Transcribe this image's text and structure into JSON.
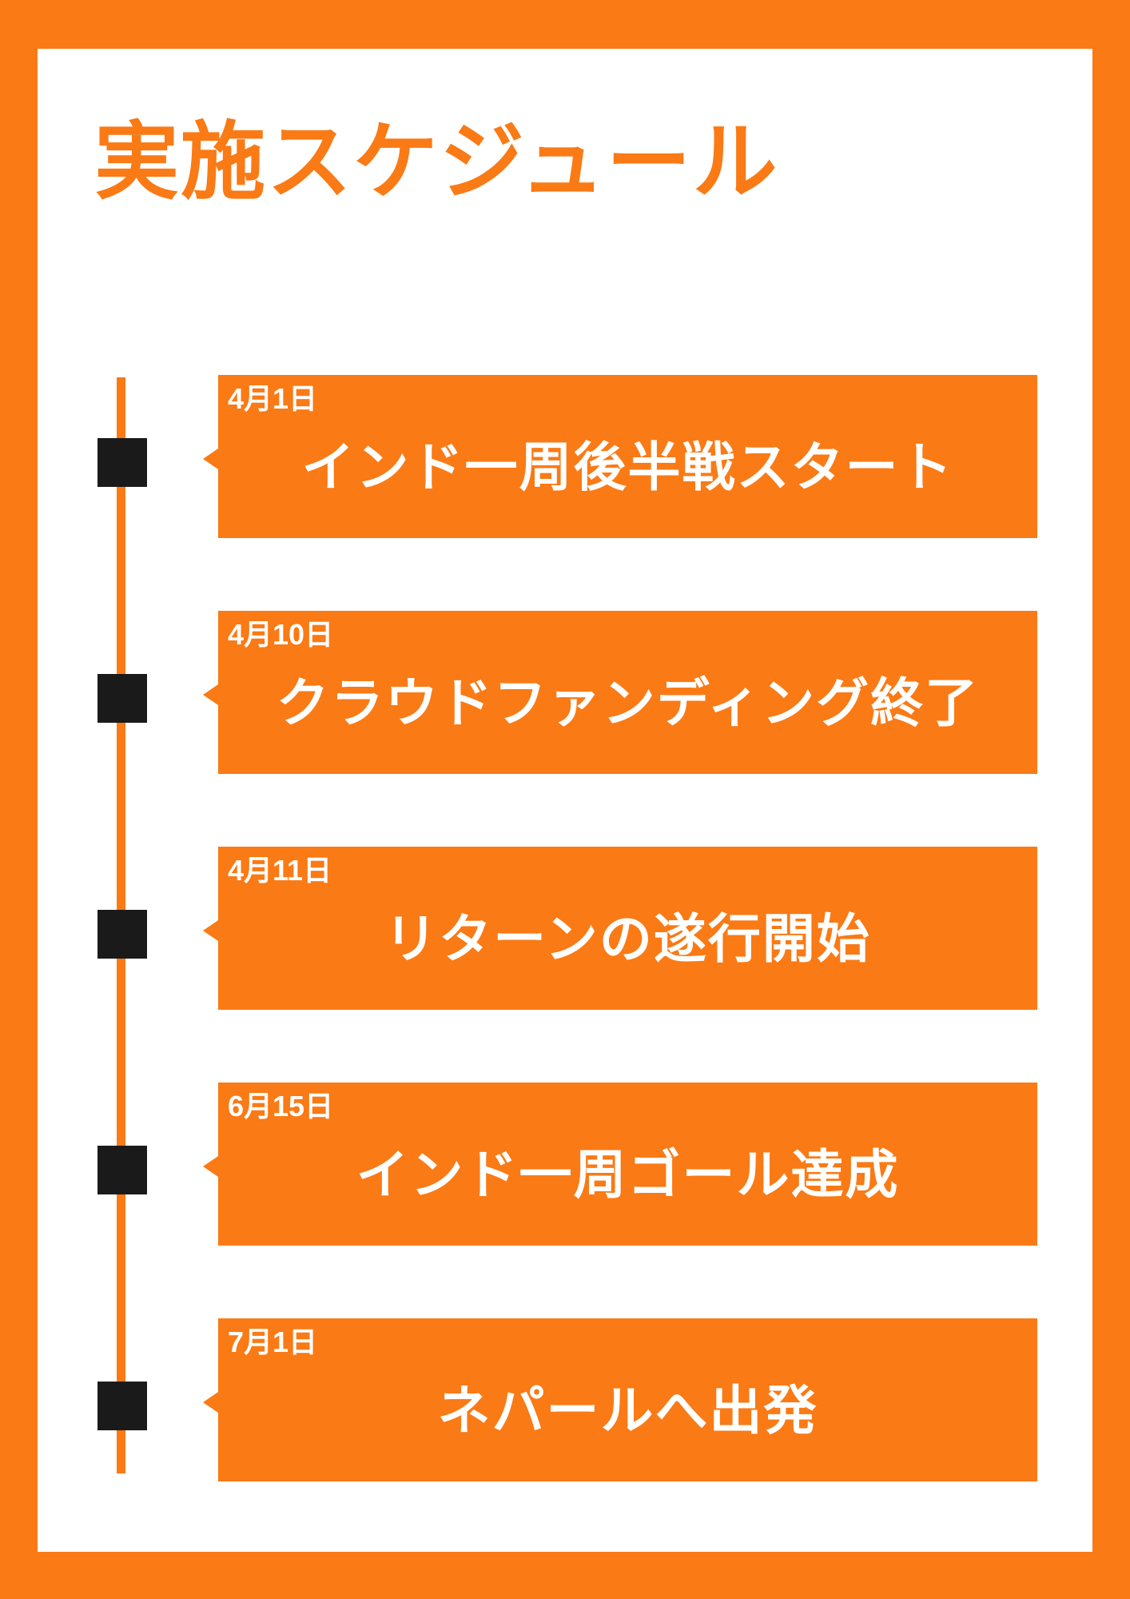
{
  "page": {
    "title": "実施スケジュール",
    "colors": {
      "accent_orange": "#FA7A15",
      "marker_black": "#1A1A1A",
      "text_white": "#FFFFFF",
      "background": "#FFFFFF"
    }
  },
  "timeline": {
    "items": [
      {
        "date": "4月1日",
        "title": "インド一周後半戦スタート"
      },
      {
        "date": "4月10日",
        "title": "クラウドファンディング終了"
      },
      {
        "date": "4月11日",
        "title": "リターンの遂行開始"
      },
      {
        "date": "6月15日",
        "title": "インド一周ゴール達成"
      },
      {
        "date": "7月1日",
        "title": "ネパールへ出発"
      }
    ]
  }
}
